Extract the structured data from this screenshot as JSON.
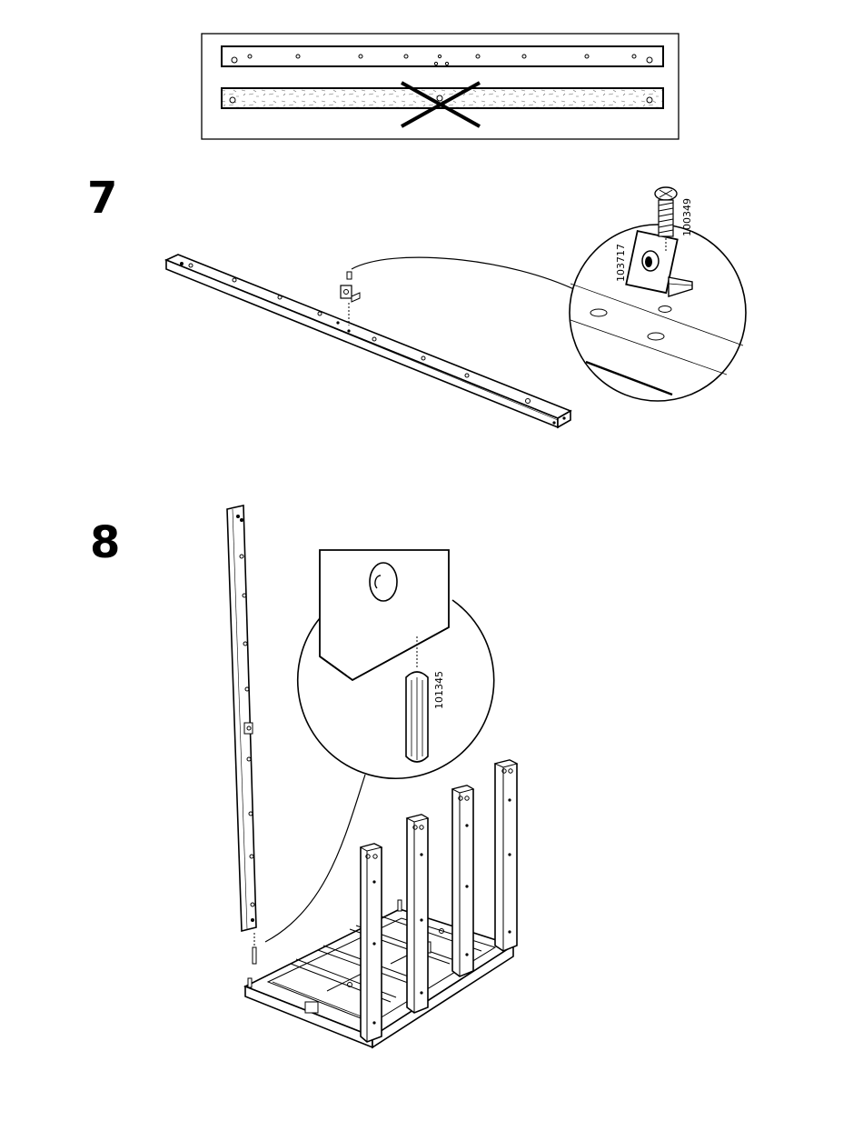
{
  "steps": [
    {
      "number": "7",
      "parts": {
        "bracket": "103717",
        "screw": "100349"
      }
    },
    {
      "number": "8",
      "parts": {
        "dowel": "101345"
      }
    }
  ],
  "icons": [
    "wrong-orientation-x-icon",
    "screw-icon",
    "bracket-icon",
    "dowel-icon"
  ]
}
